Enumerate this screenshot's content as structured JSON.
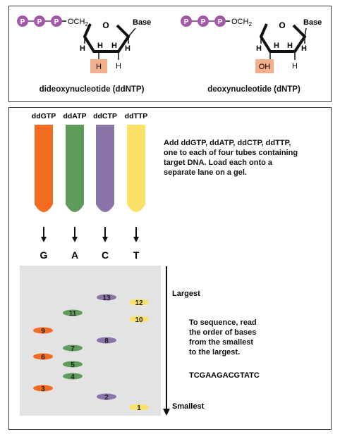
{
  "top_panel": {
    "ddntp": {
      "phosphates": [
        "P",
        "P",
        "P"
      ],
      "ocH2": "OCH",
      "ring_o": "O",
      "base": "Base",
      "h_labels": [
        "H",
        "H",
        "H",
        "H"
      ],
      "three_prime": "H",
      "caption": "dideoxynucleotide (ddNTP)"
    },
    "dntp": {
      "phosphates": [
        "P",
        "P",
        "P"
      ],
      "ocH2": "OCH",
      "ring_o": "O",
      "base": "Base",
      "h_labels": [
        "H",
        "H",
        "H",
        "H"
      ],
      "three_prime": "OH",
      "caption": "deoxynucleotide (dNTP)"
    },
    "subscript": "2",
    "colors": {
      "phosphate": "#a05aa8",
      "highlight": "#f4b08c"
    }
  },
  "bottom_panel": {
    "tubes": [
      {
        "label": "ddGTP",
        "base": "G",
        "color": "#f26b21"
      },
      {
        "label": "ddATP",
        "base": "A",
        "color": "#5e9c5a"
      },
      {
        "label": "ddCTP",
        "base": "C",
        "color": "#8a74a8"
      },
      {
        "label": "ddTTP",
        "base": "T",
        "color": "#fce168"
      }
    ],
    "instructions": "Add ddGTP, ddATP, ddCTP, ddTTP,\none to each of four tubes containing\ntarget DNA. Load each onto a\nseparate lane on a gel.",
    "largest": "Largest",
    "smallest": "Smallest",
    "read_note": "To sequence, read\nthe order of bases\nfrom the smallest\nto the largest.",
    "sequence": "TCGAAGACGTATC",
    "bands": [
      {
        "n": "1",
        "lane": 3
      },
      {
        "n": "2",
        "lane": 2
      },
      {
        "n": "3",
        "lane": 0
      },
      {
        "n": "4",
        "lane": 1
      },
      {
        "n": "5",
        "lane": 1
      },
      {
        "n": "6",
        "lane": 0
      },
      {
        "n": "7",
        "lane": 1
      },
      {
        "n": "8",
        "lane": 2
      },
      {
        "n": "9",
        "lane": 0
      },
      {
        "n": "10",
        "lane": 3
      },
      {
        "n": "11",
        "lane": 1
      },
      {
        "n": "12",
        "lane": 3
      },
      {
        "n": "13",
        "lane": 2
      }
    ]
  }
}
